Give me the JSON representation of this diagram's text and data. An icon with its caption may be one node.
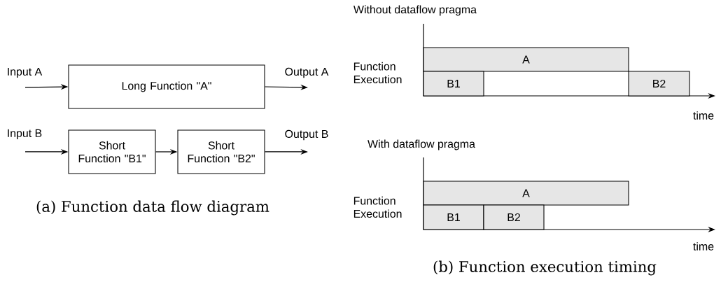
{
  "diagram": {
    "nodes": [
      {
        "text": [
          "Long Function \"A\""
        ]
      },
      {
        "text": [
          "Short Function \"B1\""
        ]
      },
      {
        "text": [
          "Short Function \"B2\""
        ]
      },
      {
        "text": [
          "A"
        ]
      },
      {
        "text": [
          "B1"
        ]
      },
      {
        "text": [
          "B2"
        ]
      },
      {
        "text": [
          "A"
        ]
      },
      {
        "text": [
          "B1"
        ]
      },
      {
        "text": [
          "B2"
        ]
      }
    ],
    "edges": [
      {
        "from": null,
        "to": 0,
        "arrow": "to",
        "label": "Input A"
      },
      {
        "from": 0,
        "to": null,
        "arrow": "to",
        "label": "Output A"
      },
      {
        "from": null,
        "to": 1,
        "arrow": "to",
        "label": "Input B"
      },
      {
        "from": 1,
        "to": 2,
        "arrow": "to"
      },
      {
        "from": 2,
        "to": null,
        "arrow": "to",
        "label": "Output B"
      }
    ],
    "labels": [
      "Without dataflow pragma",
      "Function Execution",
      "time",
      "With dataflow pragma",
      "Function Execution",
      "time",
      "(a) Function data flow diagram",
      "(b) Function execution timing"
    ]
  }
}
